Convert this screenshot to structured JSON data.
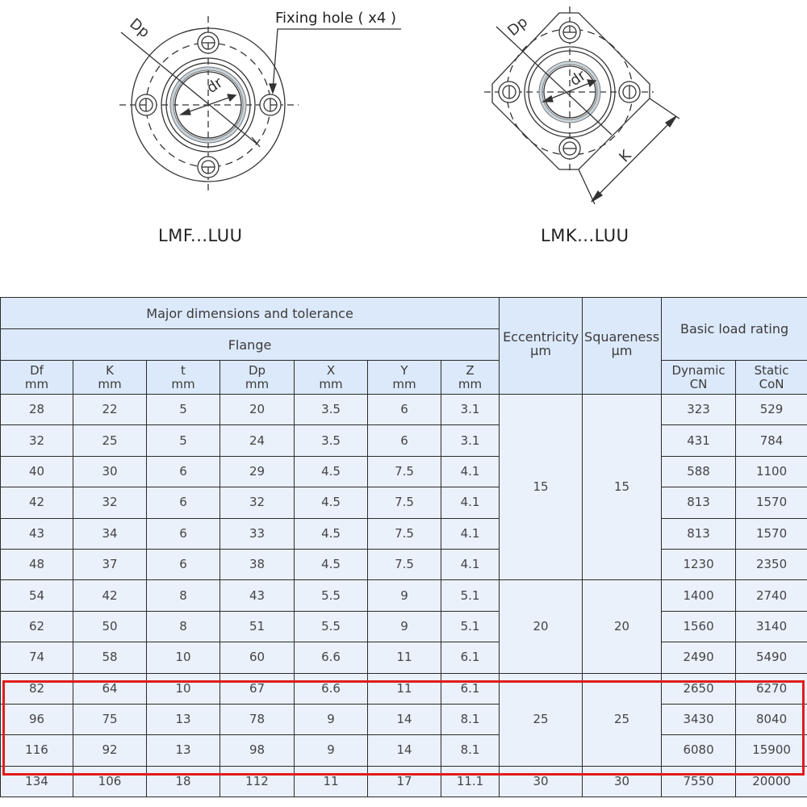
{
  "drawings": {
    "lmf": {
      "caption": "LMF...LUU",
      "labels": {
        "dp": "Dp",
        "dr": "dr",
        "fixing_hole": "Fixing hole ( x4 )"
      }
    },
    "lmk": {
      "caption": "LMK...LUU",
      "labels": {
        "dp": "Dp",
        "dr": "dr",
        "k": "K"
      }
    }
  },
  "table": {
    "group_header": "Major dimensions and tolerance",
    "sub_header": "Flange",
    "eccentricity": {
      "label": "Eccentricity",
      "unit": "µm"
    },
    "squareness": {
      "label": "Squareness",
      "unit": "µm"
    },
    "load_rating": {
      "label": "Basic load rating"
    },
    "columns": [
      {
        "name": "Df",
        "unit": "mm"
      },
      {
        "name": "K",
        "unit": "mm"
      },
      {
        "name": "t",
        "unit": "mm"
      },
      {
        "name": "Dp",
        "unit": "mm"
      },
      {
        "name": "X",
        "unit": "mm"
      },
      {
        "name": "Y",
        "unit": "mm"
      },
      {
        "name": "Z",
        "unit": "mm"
      }
    ],
    "load_columns": [
      {
        "name": "Dynamic",
        "unit": "CN"
      },
      {
        "name": "Static",
        "unit": "CoN"
      }
    ],
    "rows": [
      {
        "df": "28",
        "k": "22",
        "t": "5",
        "dp": "20",
        "x": "3.5",
        "y": "6",
        "z": "3.1",
        "dynamic": "323",
        "static": "529"
      },
      {
        "df": "32",
        "k": "25",
        "t": "5",
        "dp": "24",
        "x": "3.5",
        "y": "6",
        "z": "3.1",
        "dynamic": "431",
        "static": "784"
      },
      {
        "df": "40",
        "k": "30",
        "t": "6",
        "dp": "29",
        "x": "4.5",
        "y": "7.5",
        "z": "4.1",
        "dynamic": "588",
        "static": "1100"
      },
      {
        "df": "42",
        "k": "32",
        "t": "6",
        "dp": "32",
        "x": "4.5",
        "y": "7.5",
        "z": "4.1",
        "dynamic": "813",
        "static": "1570"
      },
      {
        "df": "43",
        "k": "34",
        "t": "6",
        "dp": "33",
        "x": "4.5",
        "y": "7.5",
        "z": "4.1",
        "dynamic": "813",
        "static": "1570"
      },
      {
        "df": "48",
        "k": "37",
        "t": "6",
        "dp": "38",
        "x": "4.5",
        "y": "7.5",
        "z": "4.1",
        "dynamic": "1230",
        "static": "2350"
      },
      {
        "df": "54",
        "k": "42",
        "t": "8",
        "dp": "43",
        "x": "5.5",
        "y": "9",
        "z": "5.1",
        "dynamic": "1400",
        "static": "2740"
      },
      {
        "df": "62",
        "k": "50",
        "t": "8",
        "dp": "51",
        "x": "5.5",
        "y": "9",
        "z": "5.1",
        "dynamic": "1560",
        "static": "3140"
      },
      {
        "df": "74",
        "k": "58",
        "t": "10",
        "dp": "60",
        "x": "6.6",
        "y": "11",
        "z": "6.1",
        "dynamic": "2490",
        "static": "5490"
      },
      {
        "df": "82",
        "k": "64",
        "t": "10",
        "dp": "67",
        "x": "6.6",
        "y": "11",
        "z": "6.1",
        "dynamic": "2650",
        "static": "6270"
      },
      {
        "df": "96",
        "k": "75",
        "t": "13",
        "dp": "78",
        "x": "9",
        "y": "14",
        "z": "8.1",
        "dynamic": "3430",
        "static": "8040"
      },
      {
        "df": "116",
        "k": "92",
        "t": "13",
        "dp": "98",
        "x": "9",
        "y": "14",
        "z": "8.1",
        "dynamic": "6080",
        "static": "15900"
      },
      {
        "df": "134",
        "k": "106",
        "t": "18",
        "dp": "112",
        "x": "11",
        "y": "17",
        "z": "11.1",
        "dynamic": "7550",
        "static": "20000"
      }
    ],
    "tolerance_groups": [
      {
        "rows": "1-6",
        "eccentricity": "15",
        "squareness": "15"
      },
      {
        "rows": "7-9",
        "eccentricity": "20",
        "squareness": "20"
      },
      {
        "rows": "10-12",
        "eccentricity": "25",
        "squareness": "25"
      },
      {
        "rows": "13",
        "eccentricity": "30",
        "squareness": "30"
      }
    ],
    "highlight": {
      "rows": "10-12",
      "color": "#e21b1b"
    }
  },
  "colors": {
    "header_bg": "#dce9fa",
    "cell_bg": "#eaf1fb",
    "border": "#2b2b2b",
    "highlight": "#e21b1b"
  }
}
